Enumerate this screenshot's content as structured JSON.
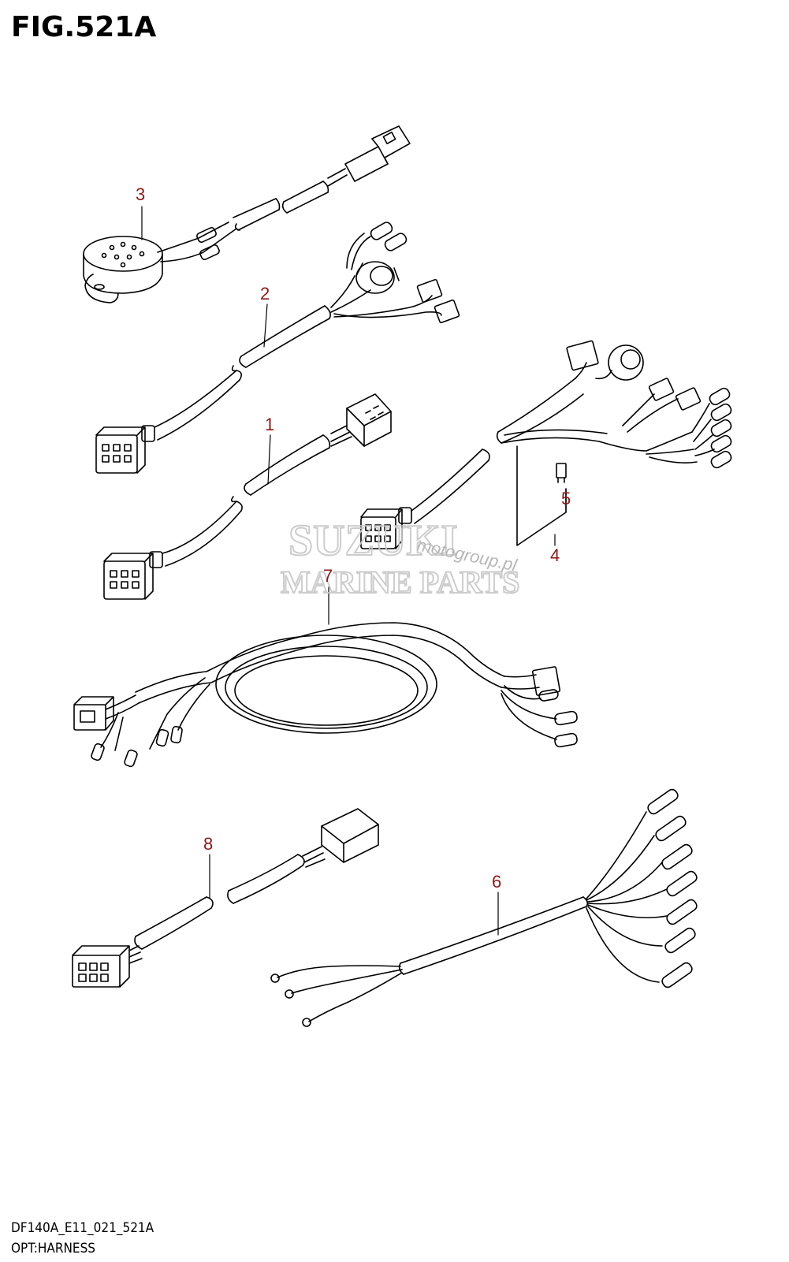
{
  "figure": {
    "title": "FIG.521A",
    "code": "DF140A_E11_021_521A",
    "caption": "OPT:HARNESS"
  },
  "callouts": [
    "1",
    "2",
    "3",
    "4",
    "5",
    "6",
    "7",
    "8"
  ],
  "watermark": {
    "brand": "SUZUKI",
    "subtitle": "MARINE PARTS",
    "site": "motogroup.pl"
  },
  "colors": {
    "line": "#000000",
    "callout": "#8b1a1a",
    "watermark": "#c8c8c8"
  }
}
